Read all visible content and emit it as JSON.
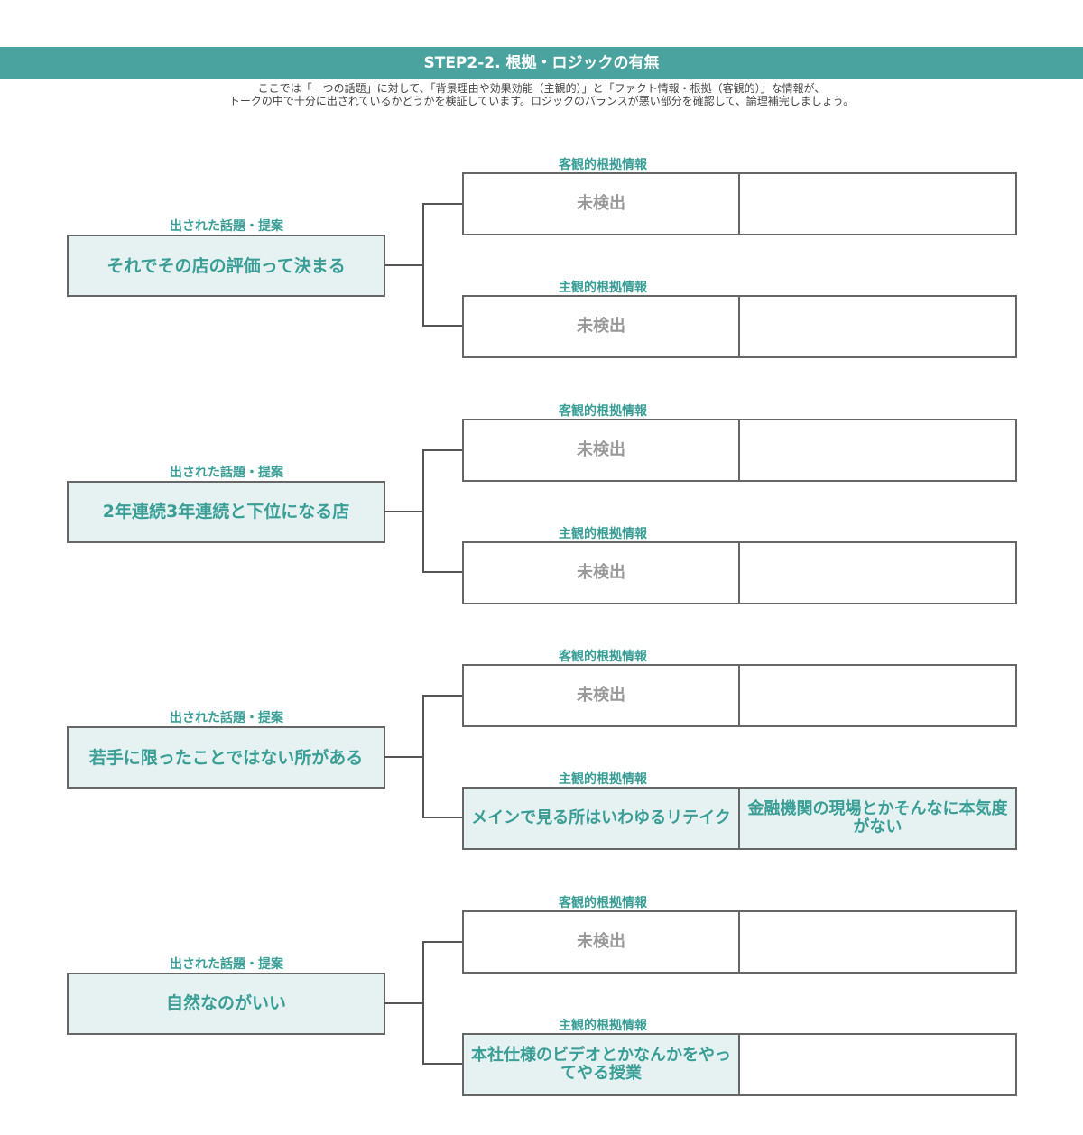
{
  "header": {
    "title": "STEP2-2. 根拠・ロジックの有無",
    "desc_line1": "ここでは「一つの話題」に対して、「背景理由や効果効能（主観的）」と「ファクト情報・根拠（客観的）」な情報が、",
    "desc_line2": "トークの中で十分に出されているかどうかを検証しています。ロジックのバランスが悪い部分を確認して、論理補完しましょう。"
  },
  "labels": {
    "topic": "出された話題・提案",
    "objective": "客観的根拠情報",
    "subjective": "主観的根拠情報"
  },
  "colors": {
    "accent": "#4aa39f",
    "text_accent": "#3a9e97",
    "fill": "#e6f2f1"
  },
  "groups": [
    {
      "topic": "それでその店の評価って決まる",
      "objective": [
        "未検出",
        ""
      ],
      "subjective": [
        "未検出",
        ""
      ]
    },
    {
      "topic": "2年連続3年連続と下位になる店",
      "objective": [
        "未検出",
        ""
      ],
      "subjective": [
        "未検出",
        ""
      ]
    },
    {
      "topic": "若手に限ったことではない所がある",
      "objective": [
        "未検出",
        ""
      ],
      "subjective": [
        "メインで見る所はいわゆるリテイク",
        "金融機関の現場とかそんなに本気度がない"
      ]
    },
    {
      "topic": "自然なのがいい",
      "objective": [
        "未検出",
        ""
      ],
      "subjective": [
        "本社仕様のビデオとかなんかをやってやる授業",
        ""
      ]
    }
  ]
}
